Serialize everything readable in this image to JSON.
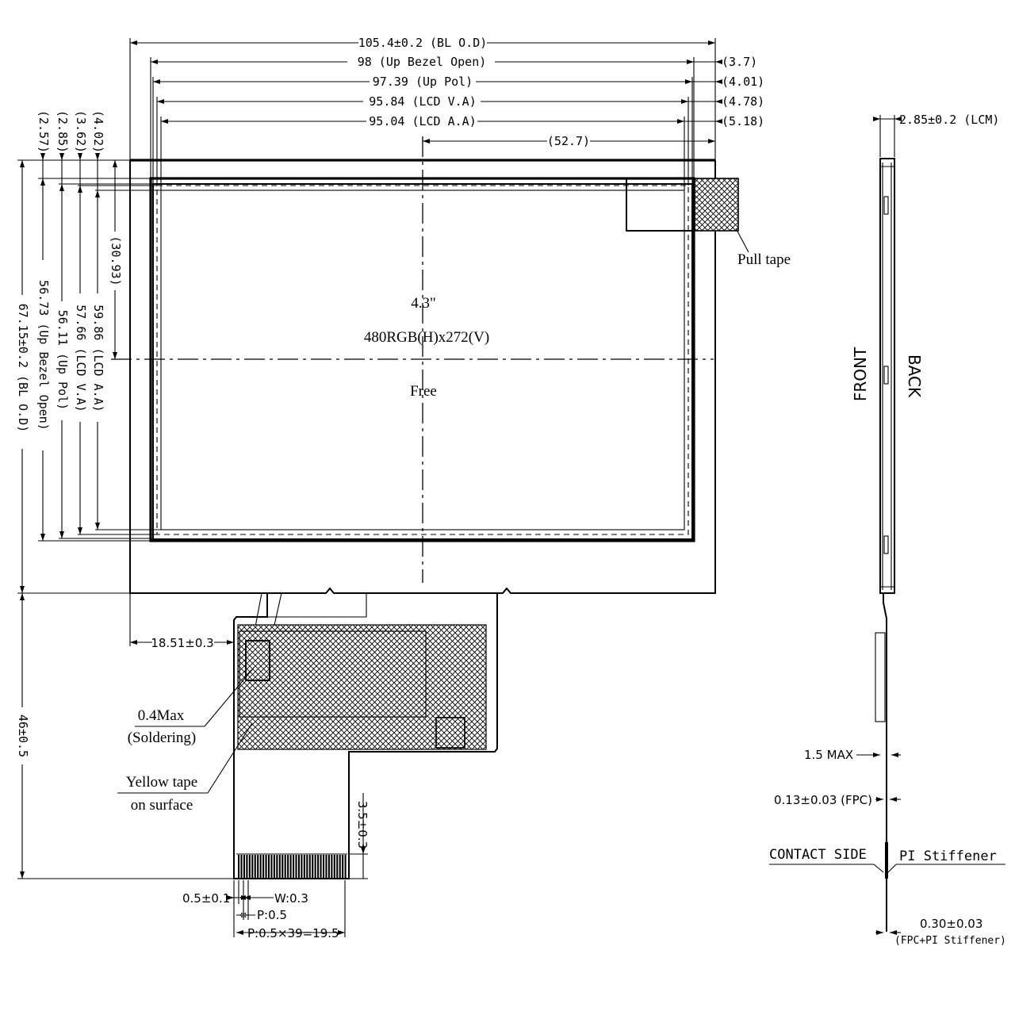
{
  "top_dims": {
    "bl_od": "105.4±0.2 (BL O.D)",
    "up_bezel": "98 (Up Bezel Open)",
    "up_pol": "97.39 (Up Pol)",
    "lcd_va": "95.84 (LCD V.A)",
    "lcd_aa": "95.04 (LCD A.A)",
    "half": "(52.7)",
    "off_370": "(3.7)",
    "off_401": "(4.01)",
    "off_478": "(4.78)",
    "off_518": "(5.18)"
  },
  "left_dims": {
    "bl_od": "67.15±0.2 (BL O.D)",
    "up_bezel": "56.73 (Up Bezel Open)",
    "up_pol": "56.11 (Up Pol)",
    "lcd_va": "57.66 (LCD V.A)",
    "lcd_aa": "59.86 (LCD A.A)",
    "off_257": "(2.57)",
    "off_285": "(2.85)",
    "off_362": "(3.62)",
    "off_402": "(4.02)",
    "half": "(30.93)",
    "fpc_len": "46±0.5"
  },
  "center_labels": {
    "size": "4.3\"",
    "resolution": "480RGB(H)x272(V)",
    "viewing": "Free"
  },
  "annotations": {
    "pull_tape": "Pull tape",
    "soldering_1": "0.4Max",
    "soldering_2": "(Soldering)",
    "yellow_1": "Yellow tape",
    "yellow_2": "on surface",
    "fpc_offset": "18.51±0.3",
    "finger_len": "3.5±0.3",
    "edge": "0.5±0.1",
    "width": "W:0.3",
    "pitch": "P:0.5",
    "total_pitch": "P:0.5×39=19.5"
  },
  "side_view": {
    "lcm_thickness": "2.85±0.2 (LCM)",
    "front": "FRONT",
    "back": "BACK",
    "max": "1.5 MAX",
    "fpc": "0.13±0.03 (FPC)",
    "contact": "CONTACT SIDE",
    "stiffener": "PI Stiffener",
    "total": "0.30±0.03",
    "total_note": "(FPC+PI Stiffener)"
  }
}
